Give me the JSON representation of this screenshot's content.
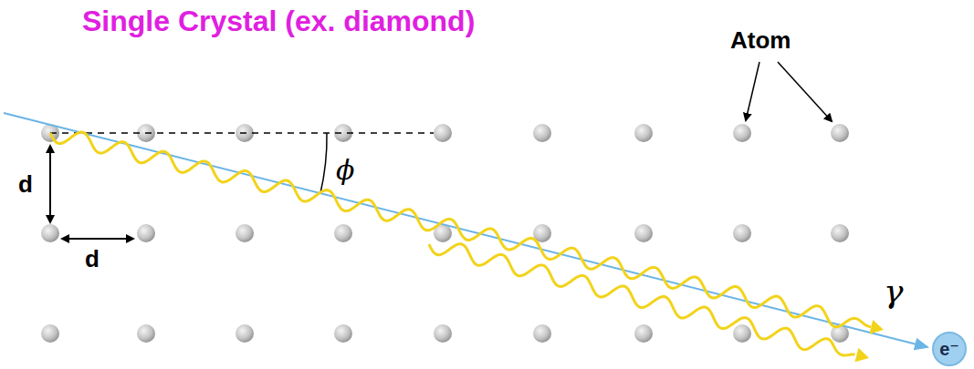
{
  "diagram": {
    "title": "Single Crystal (ex. diamond)",
    "nodes": [
      {
        "text": [
          "e⁻"
        ]
      }
    ],
    "labels": [
      "Atom",
      "d",
      "d",
      "ϕ",
      "γ"
    ]
  }
}
